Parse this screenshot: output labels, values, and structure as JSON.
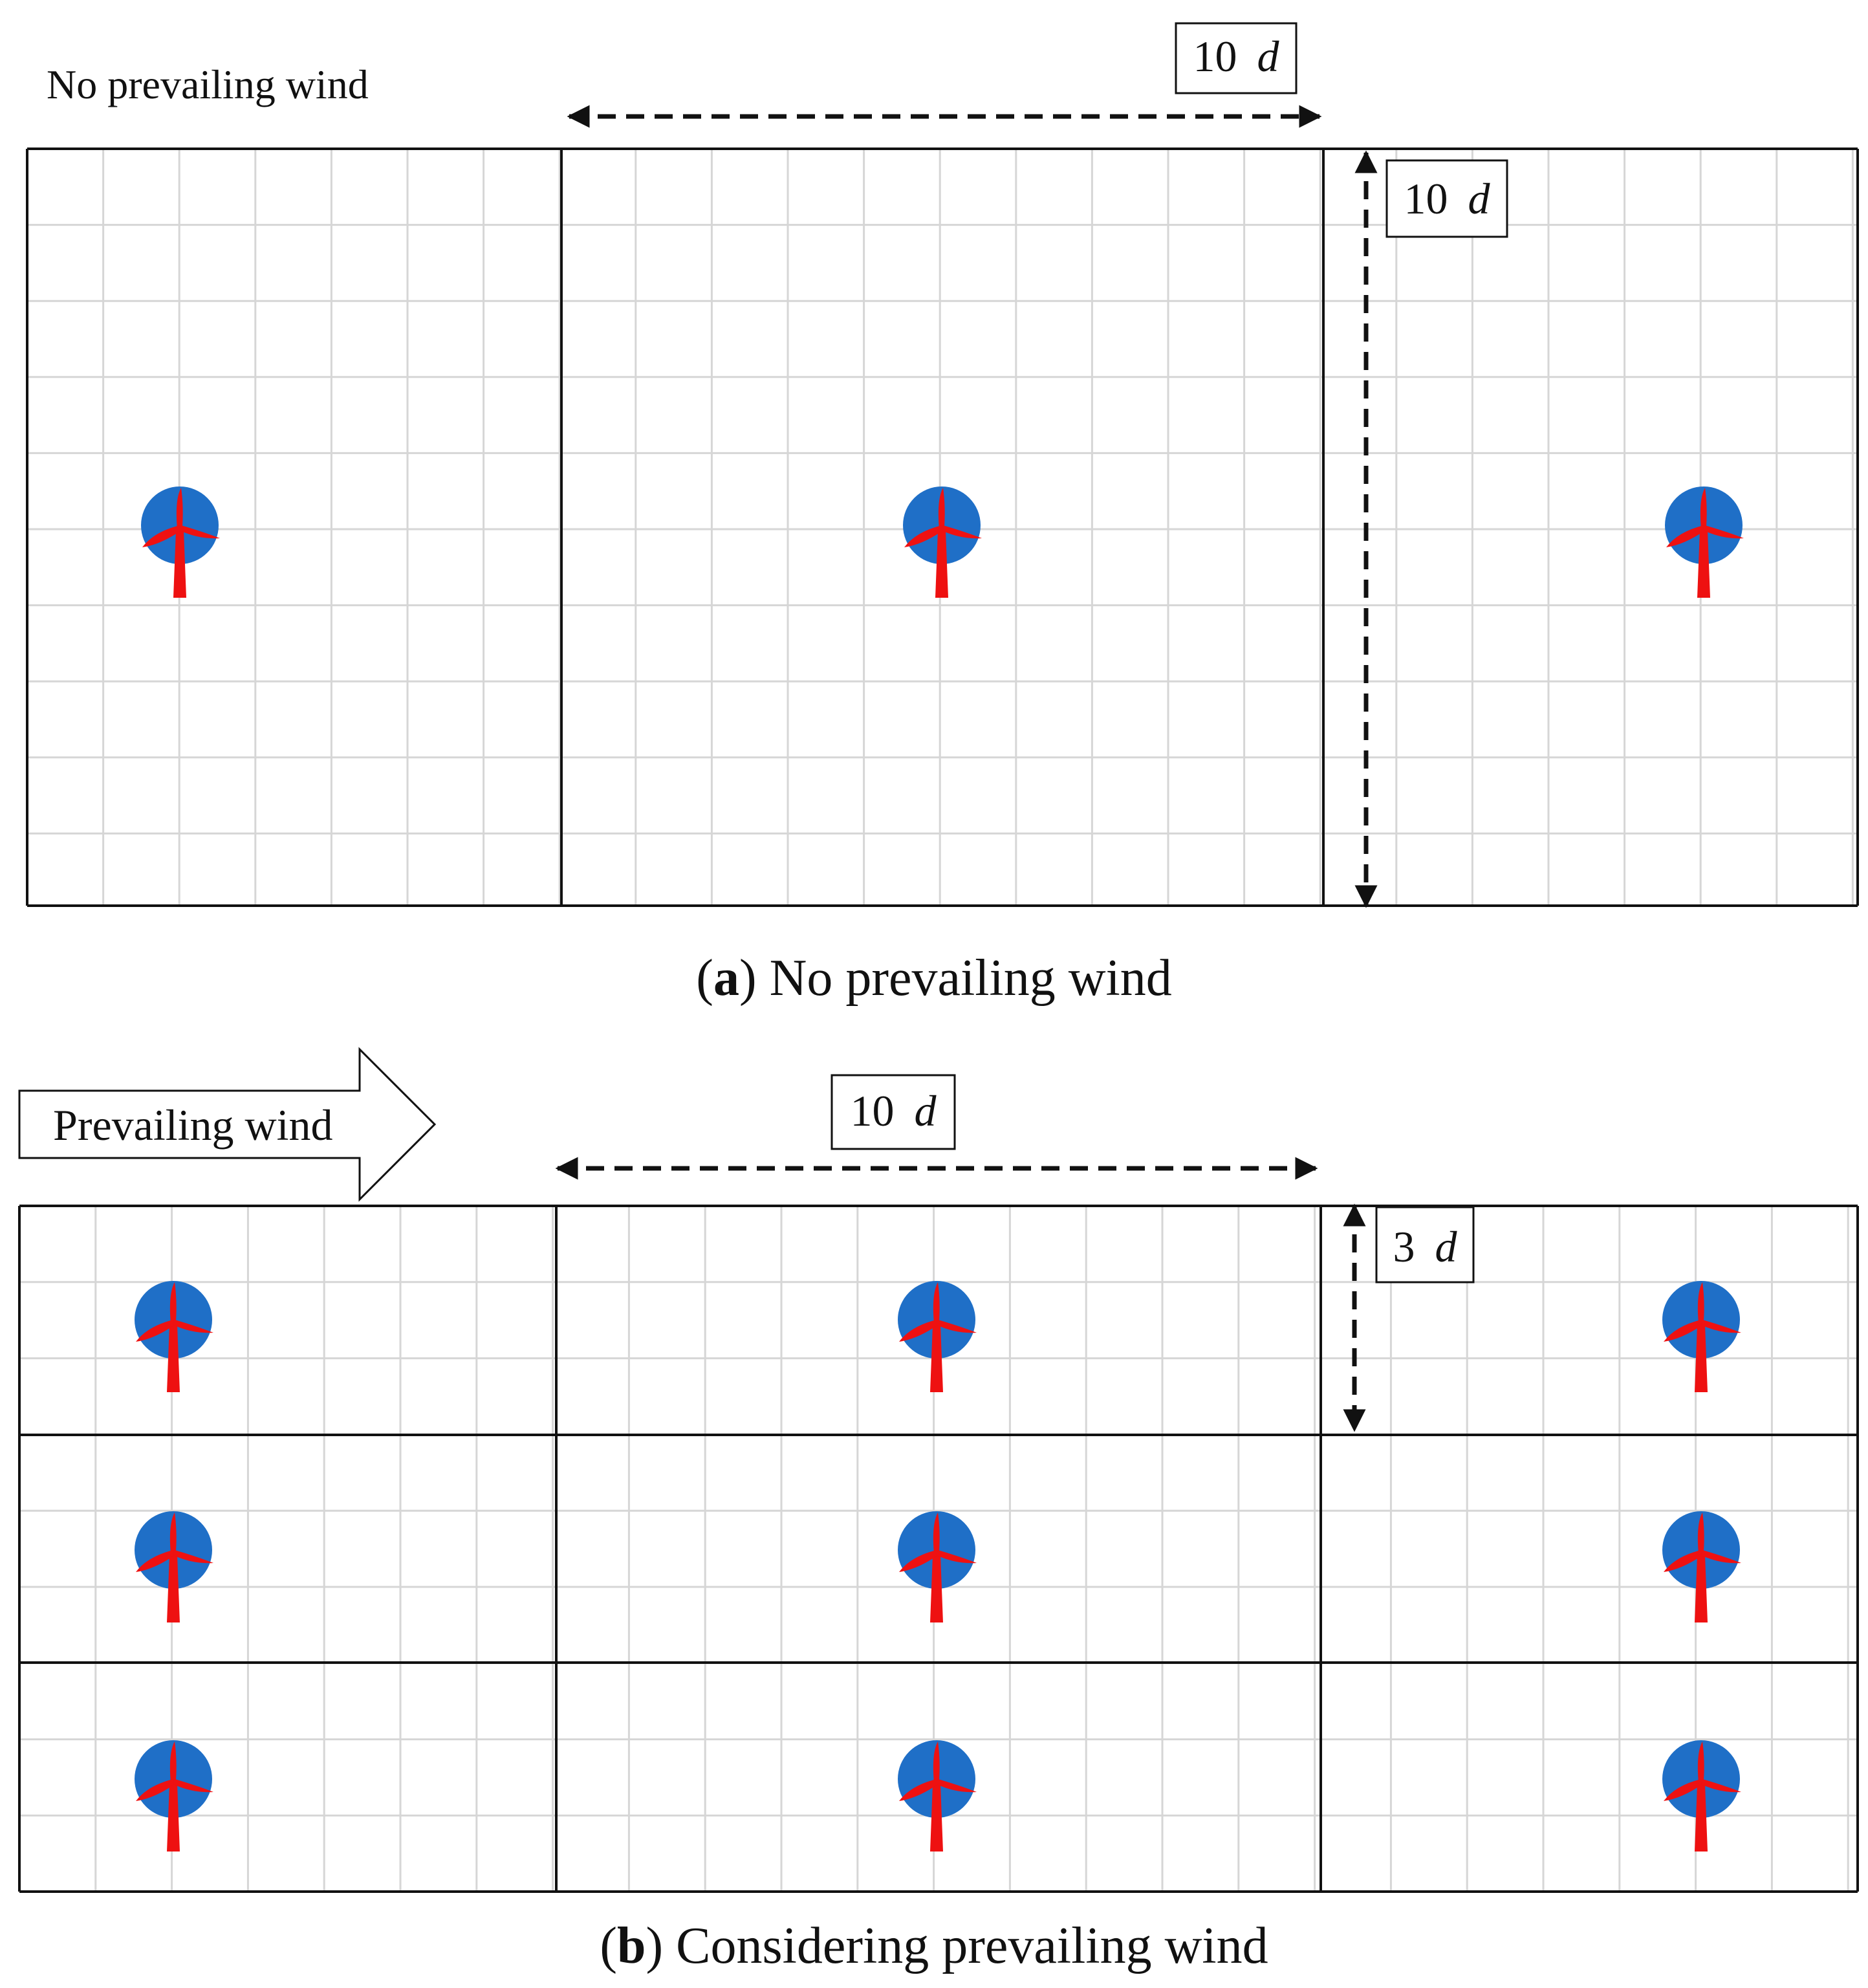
{
  "panel_a": {
    "corner_label": "No prevailing wind",
    "spacing_horizontal_label": {
      "value": "10",
      "unit": "d"
    },
    "spacing_vertical_label": {
      "value": "10",
      "unit": "d"
    },
    "caption": {
      "letter": "a",
      "text": " No prevailing wind"
    },
    "turbine_rows": 1,
    "turbine_columns": 3
  },
  "panel_b": {
    "wind_arrow_label": "Prevailing wind",
    "spacing_horizontal_label": {
      "value": "10",
      "unit": "d"
    },
    "spacing_vertical_label": {
      "value": "3",
      "unit": "d"
    },
    "caption": {
      "letter": "b",
      "text": " Considering prevailing wind"
    },
    "turbine_rows": 3,
    "turbine_columns": 3
  },
  "colors": {
    "grid_minor": "#d6d6d6",
    "grid_major": "#111111",
    "turbine_hub": "#1f6fc7",
    "turbine_blade": "#ee1111",
    "arrow": "#111111"
  },
  "icons": {
    "turbine": "wind-turbine-icon",
    "wind_arrow": "block-arrow-right-icon"
  }
}
